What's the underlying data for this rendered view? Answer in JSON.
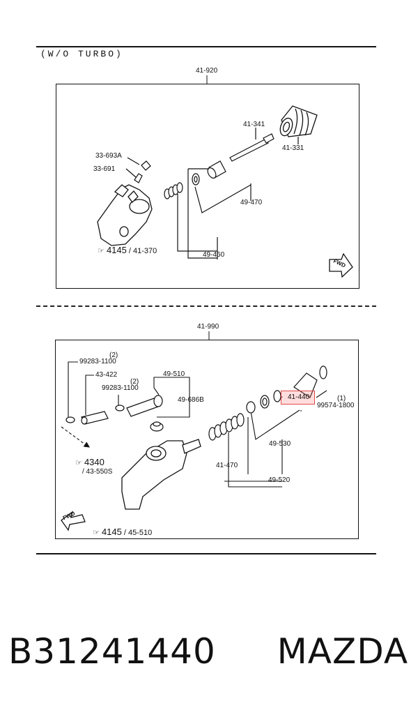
{
  "section_heading": "(W/O  TURBO)",
  "top_diagram": {
    "assembly": "41-920",
    "labels": {
      "p1": "41-341",
      "p2": "41-331",
      "p3": "33-693A",
      "p4": "33-691",
      "p5": "49-470",
      "p6": "49-460"
    },
    "reference": {
      "page": "4145",
      "code": "/ 41-370"
    },
    "direction": "FWD"
  },
  "bottom_diagram": {
    "assembly": "41-990",
    "labels": {
      "q1": "99283-1100",
      "q1_qty": "(2)",
      "q2": "43-422",
      "q3": "99283-1100",
      "q3_qty": "(2)",
      "q4": "49-510",
      "q5": "49-686B",
      "q6": "41-440",
      "q7": "99574-1800",
      "q7_qty": "(1)",
      "q8": "49-530",
      "q9": "41-470",
      "q10": "49-520"
    },
    "reference_a": {
      "page": "4340",
      "code": "/ 43-550S"
    },
    "reference_b": {
      "page": "4145",
      "code": "/ 45-510"
    },
    "direction": "FWD"
  },
  "footer": {
    "part_number": "B31241440",
    "brand": "MAZDA"
  }
}
